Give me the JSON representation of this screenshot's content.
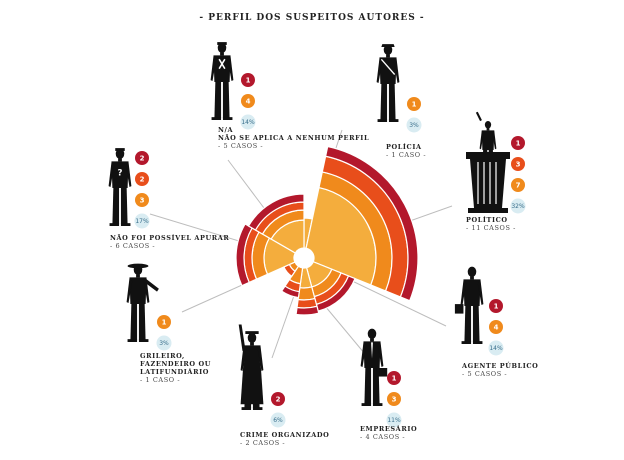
{
  "title": "- PERFIL DOS SUSPEITOS AUTORES -",
  "colors": {
    "dark_red": "#b3182c",
    "red_orange": "#e84e1b",
    "orange": "#f08a1c",
    "yellow": "#f4ad3d",
    "percent_badge": "#d9ecf2",
    "figure": "#111111",
    "connector": "#bdbdbd"
  },
  "profiles": [
    {
      "key": "na",
      "label_lines": [
        "N/A",
        "NÃO SE APLICA A NENHUM PERFIL"
      ],
      "cases": "- 5 CASOS -",
      "values": [
        "1",
        "4"
      ],
      "percent": "14%"
    },
    {
      "key": "policia",
      "label_lines": [
        "POLÍCIA"
      ],
      "cases": "- 1 CASO -",
      "values": [
        "1"
      ],
      "percent": "3%"
    },
    {
      "key": "politico",
      "label_lines": [
        "POLÍTICO"
      ],
      "cases": "- 11 CASOS -",
      "values": [
        "1",
        "3",
        "7"
      ],
      "percent": "32%"
    },
    {
      "key": "agente",
      "label_lines": [
        "AGENTE PÚBLICO"
      ],
      "cases": "- 5 CASOS -",
      "values": [
        "1",
        "4"
      ],
      "percent": "14%"
    },
    {
      "key": "empresario",
      "label_lines": [
        "EMPRESÁRIO"
      ],
      "cases": "- 4 CASOS -",
      "values": [
        "1",
        "3"
      ],
      "percent": "11%"
    },
    {
      "key": "crime",
      "label_lines": [
        "CRIME ORGANIZADO"
      ],
      "cases": "- 2 CASOS -",
      "values": [
        "2"
      ],
      "percent": "6%"
    },
    {
      "key": "grileiro",
      "label_lines": [
        "GRILEIRO,",
        "FAZENDEIRO OU",
        "LATIFUNDIÁRIO"
      ],
      "cases": "- 1 CASO -",
      "values": [
        "1"
      ],
      "percent": "3%"
    },
    {
      "key": "naofoi",
      "label_lines": [
        "NÃO FOI POSSÍVEL APURAR"
      ],
      "cases": "- 6 CASOS -",
      "values": [
        "2",
        "2",
        "3"
      ],
      "percent": "17%"
    }
  ]
}
